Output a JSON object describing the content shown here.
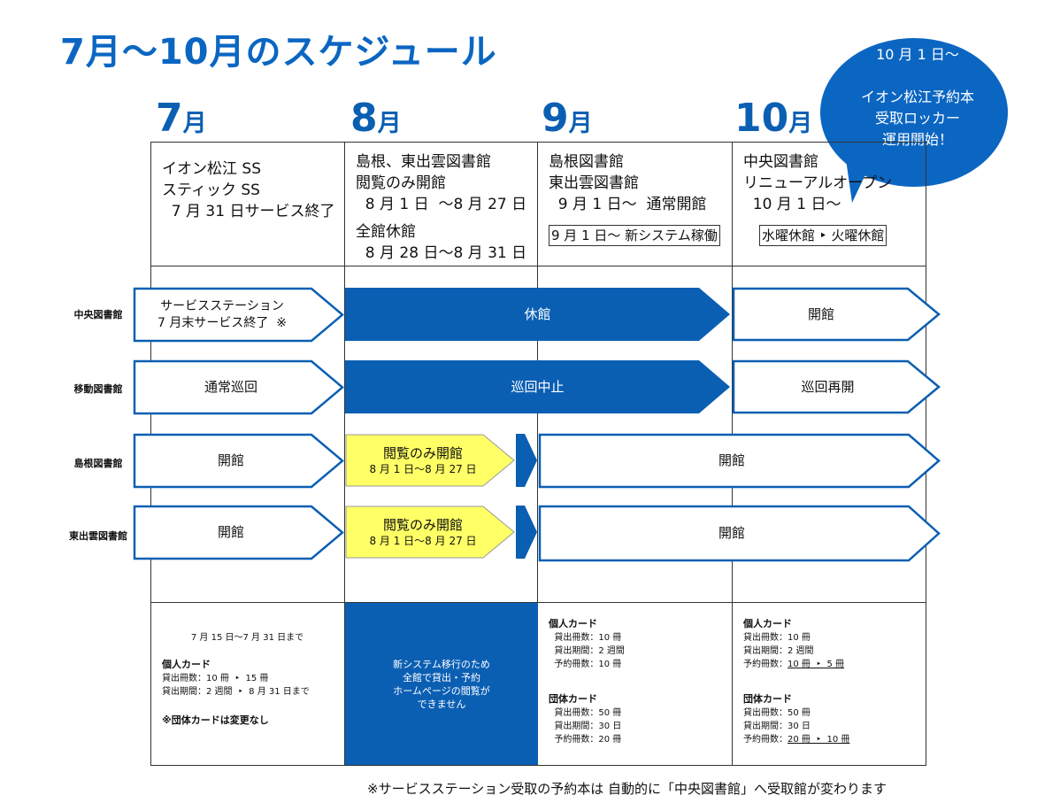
{
  "title": "7月～10月のスケジュール",
  "months": [
    {
      "num": "7",
      "unit": "月"
    },
    {
      "num": "8",
      "unit": "月"
    },
    {
      "num": "9",
      "unit": "月"
    },
    {
      "num": "10",
      "unit": "月"
    }
  ],
  "bubble": {
    "text": "10 月 1 日～\n\nイオン松江予約本\n受取ロッカー\n運用開始！",
    "color": "#0b66c2"
  },
  "top_cells": {
    "jul": "イオン松江 SS\nスティック SS\n  7 月 31 日サービス終了",
    "aug_1": "島根、東出雲図書館\n閲覧のみ開館\n  8 月 1 日  ～8 月 27 日",
    "aug_2": "全館休館\n  8 月 28 日～8 月 31 日",
    "sep": "島根図書館\n東出雲図書館\n  9 月 1 日～  通常開館",
    "sep_box": "9 月 1 日～  新システム稼働",
    "oct": "中央図書館\nリニューアルオープン\n  10 月 1 日～",
    "oct_box": "水曜休館 ‣ 火曜休館"
  },
  "rows": [
    {
      "label": "中央図書館",
      "jul": "サービスステーション\n7 月末サービス終了  ※",
      "aug_sep": "休館",
      "oct": "開館"
    },
    {
      "label": "移動図書館",
      "jul": "通常巡回",
      "aug_sep": "巡回中止",
      "oct": "巡回再開"
    },
    {
      "label": "島根図書館",
      "jul": "開館",
      "aug": "閲覧のみ開館",
      "aug_sub": "8 月 1 日～8 月 27 日",
      "sep_oct": "開館"
    },
    {
      "label": "東出雲図書館",
      "jul": "開館",
      "aug": "閲覧のみ開館",
      "aug_sub": "8 月 1 日～8 月 27 日",
      "sep_oct": "開館"
    }
  ],
  "bottom": {
    "jul_period": "7 月 15 日～7 月 31 日まで",
    "jul_card_title": "個人カード",
    "jul_lines": "貸出冊数：10 冊  ‣  15 冊\n貸出期間：2 週間  ‣  8 月 31 日まで",
    "jul_note": "※団体カードは変更なし",
    "aug": "新システム移行のため\n全館で貸出・予約\nホームページの閲覧が\nできません",
    "sep_personal_title": "個人カード",
    "sep_personal": "  貸出冊数：10 冊\n  貸出期間：2 週間\n  予約冊数：10 冊",
    "sep_group_title": "団体カード",
    "sep_group": "  貸出冊数：50 冊\n  貸出期間：30 日\n  予約冊数：20 冊",
    "oct_personal_title": "個人カード",
    "oct_personal_1": "貸出冊数：10 冊\n貸出期間：2 週間\n予約冊数：",
    "oct_personal_change": "10 冊  ‣  5 冊",
    "oct_group_title": "団体カード",
    "oct_group_1": "貸出冊数：50 冊\n貸出期間：30 日\n予約冊数：",
    "oct_group_change": "20 冊  ‣  10 冊"
  },
  "footnote": "※サービスステーション受取の予約本は    自動的に「中央図書館」へ受取館が変わります",
  "colors": {
    "blue": "#0b5fb3",
    "yellow": "#ffff66",
    "title": "#0b66c2"
  }
}
